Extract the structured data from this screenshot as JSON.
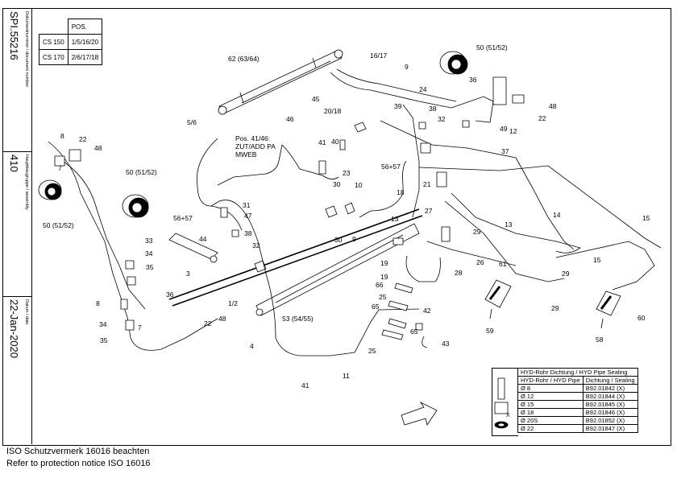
{
  "sidebar": {
    "doc_label": "Dokumentnummer / document number",
    "doc_number": "SPI.55216",
    "assembly_label": "Hauptbaugruppe / assembly",
    "assembly_number": "410",
    "date_label": "Datum / date",
    "date": "22-Jan-2020"
  },
  "pos_table": {
    "header": "POS.",
    "rows": [
      {
        "model": "CS 150",
        "pos": "1/5/16/20"
      },
      {
        "model": "CS 170",
        "pos": "2/6/17/18"
      }
    ]
  },
  "seal_table": {
    "title": "HYD-Rohr Dichtung / HYD Pipe Sealing",
    "col1": "HYD-Rohr / HYD Pipe",
    "col2": "Dichtung / Sealing",
    "rows": [
      {
        "size": "Ø 8",
        "part": "B92.01842  (X)"
      },
      {
        "size": "Ø 12",
        "part": "B92.01844  (X)"
      },
      {
        "size": "Ø 15",
        "part": "B92.01845  (X)"
      },
      {
        "size": "Ø 18",
        "part": "B92.01846  (X)"
      },
      {
        "size": "Ø 20S",
        "part": "B92.01852  (X)"
      },
      {
        "size": "Ø 22",
        "part": "B92.01847  (X)"
      }
    ],
    "marker": "X"
  },
  "note": "Pos. 41/46:\nZUT/ADD PA\nMWEB",
  "labels": [
    "62 (63/64)",
    "16/17",
    "9",
    "24",
    "50 (51/52)",
    "36",
    "48",
    "45",
    "20/18",
    "38",
    "39",
    "32",
    "22",
    "49",
    "12",
    "37",
    "5/6",
    "46",
    "40",
    "41",
    "23",
    "56+57",
    "21",
    "8",
    "22",
    "48",
    "7",
    "50 (51/52)",
    "50 (51/52)",
    "30",
    "10",
    "31",
    "47",
    "56+57",
    "38",
    "44",
    "32",
    "18",
    "27",
    "3",
    "13",
    "13",
    "14",
    "15",
    "29",
    "15",
    "19",
    "26",
    "28",
    "61",
    "29",
    "33",
    "34",
    "35",
    "1/2",
    "36",
    "8",
    "66",
    "25",
    "29",
    "60",
    "65",
    "53 (54/55)",
    "42",
    "59",
    "58",
    "34",
    "7",
    "22",
    "48",
    "35",
    "4",
    "25",
    "65",
    "43",
    "41",
    "11",
    "30",
    "9",
    "19"
  ],
  "footer": {
    "line1": "ISO Schutzvermerk 16016 beachten",
    "line2": "Refer to protection notice ISO 16016"
  }
}
